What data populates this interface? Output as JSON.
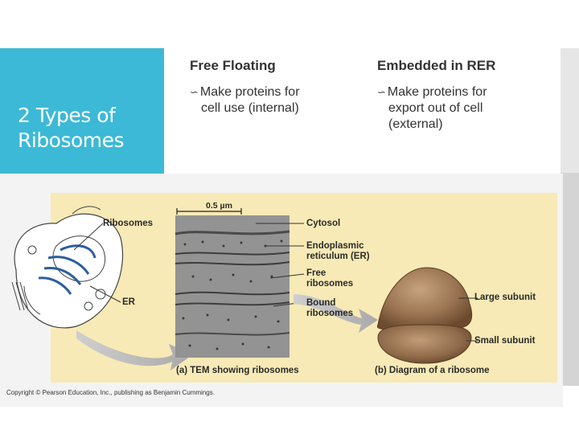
{
  "slide": {
    "side_title_line1": "2 Types of",
    "side_title_line2": "Ribosomes"
  },
  "columns": [
    {
      "heading": "Free Floating",
      "bullet_line1": "Make proteins for",
      "bullet_line2": "cell use (internal)",
      "bullet_line3": ""
    },
    {
      "heading": "Embedded in RER",
      "bullet_line1": "Make proteins for",
      "bullet_line2": "export out of cell",
      "bullet_line3": "(external)"
    }
  ],
  "bullet_glyph": "∽",
  "figure": {
    "scale": "0.5 µm",
    "ribosomes": "Ribosomes",
    "er": "ER",
    "cytosol": "Cytosol",
    "er_full_1": "Endoplasmic",
    "er_full_2": "reticulum (ER)",
    "free_1": "Free",
    "free_2": "ribosomes",
    "bound_1": "Bound",
    "bound_2": "ribosomes",
    "large": "Large subunit",
    "small": "Small subunit",
    "caption_a": "(a) TEM showing ribosomes",
    "caption_b": "(b) Diagram of a ribosome",
    "credit": "Copyright © Pearson Education, Inc., publishing as Benjamin Cummings."
  },
  "colors": {
    "accent": "#3cb9d6",
    "figure_background": "#f7eab6",
    "ribosome_brown": "#9a7452"
  }
}
